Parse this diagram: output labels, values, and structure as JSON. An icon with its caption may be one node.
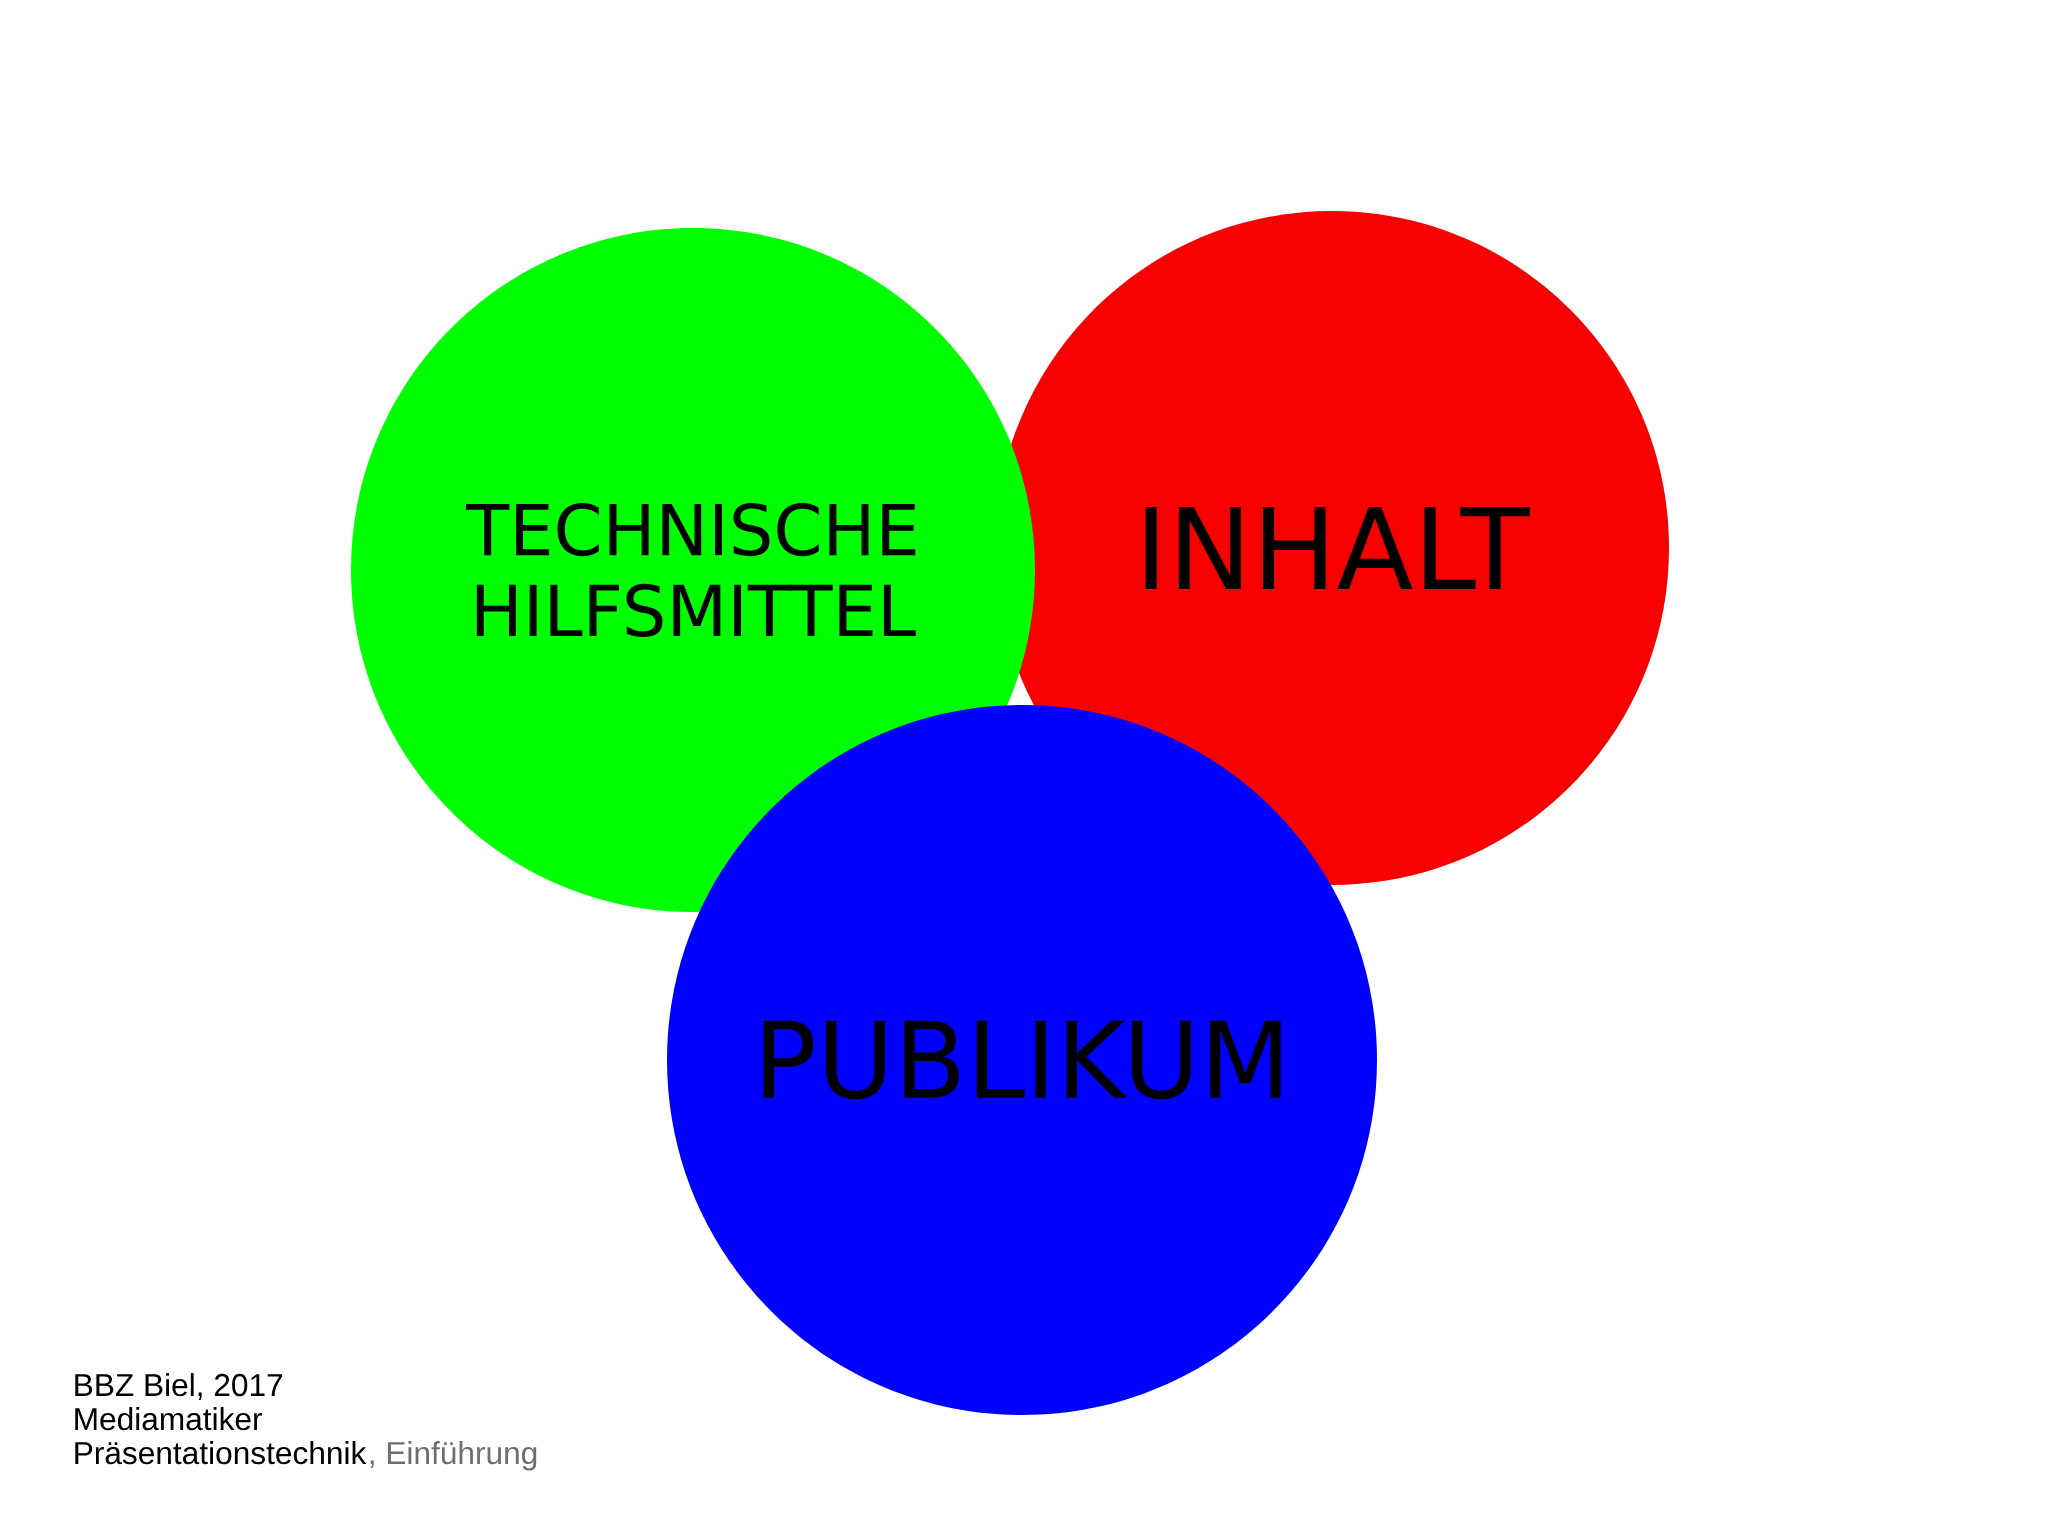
{
  "diagram": {
    "nodes": [
      {
        "text": [
          "TECHNISCHE HILFSMITTEL"
        ]
      },
      {
        "text": [
          "INHALT"
        ]
      },
      {
        "text": [
          "PUBLIKUM"
        ]
      }
    ],
    "labels": [
      "BBZ Biel, 2017",
      "Mediamatiker",
      "Präsentationstechnik",
      ", Einführung"
    ]
  }
}
